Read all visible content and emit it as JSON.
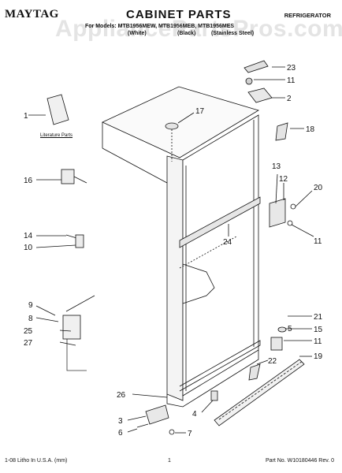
{
  "header": {
    "brand": "MAYTAG",
    "title": "CABINET PARTS",
    "product": "REFRIGERATOR",
    "models": "For Models: MTB1956MEW, MTB1956MEB, MTB1956MES",
    "variant_white": "(White)",
    "variant_black": "(Black)",
    "variant_steel": "(Stainless Steel)"
  },
  "watermark": "AppliancePartsPros.com",
  "literature_label": "Literature Parts",
  "callouts": [
    "1",
    "2",
    "3",
    "4",
    "5",
    "6",
    "7",
    "8",
    "9",
    "10",
    "11",
    "11",
    "11",
    "11",
    "12",
    "13",
    "14",
    "15",
    "16",
    "17",
    "18",
    "19",
    "20",
    "21",
    "22",
    "23",
    "24",
    "25",
    "26",
    "27"
  ],
  "footer": {
    "left": "1-08 Litho In U.S.A. (mm)",
    "page": "1",
    "right": "Part No. W10180446 Rev. 0"
  }
}
